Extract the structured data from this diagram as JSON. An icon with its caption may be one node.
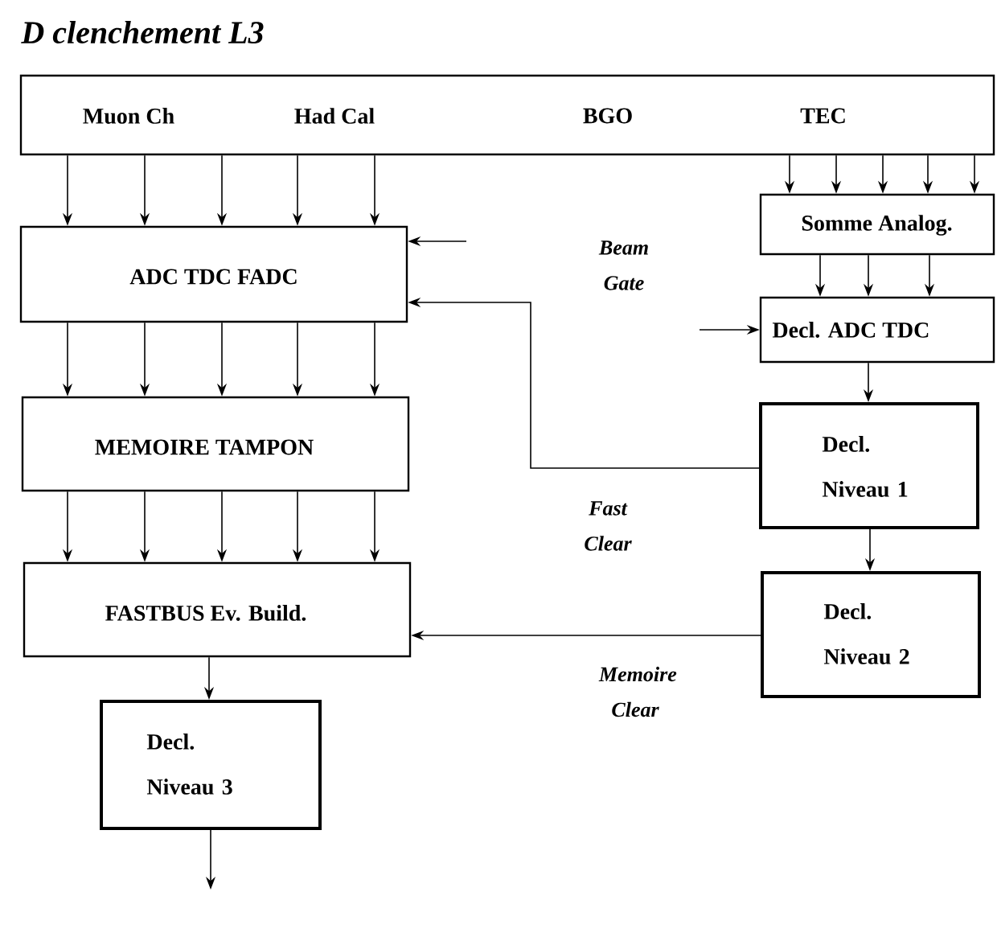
{
  "diagram": {
    "title": "D clenchement L3",
    "nodes": [
      {
        "text": [
          "Muon Ch",
          "Had Cal",
          "BGO",
          "TEC"
        ]
      },
      {
        "text": [
          "ADC TDC FADC"
        ]
      },
      {
        "text": [
          "MEMOIRE TAMPON"
        ]
      },
      {
        "text": [
          "FASTBUS Ev. Build."
        ]
      },
      {
        "text": [
          "Decl. Niveau 3"
        ]
      },
      {
        "text": [
          "Somme Analog."
        ]
      },
      {
        "text": [
          "Decl. ADC TDC"
        ]
      },
      {
        "text": [
          "Decl. Niveau 1"
        ]
      },
      {
        "text": [
          "Decl. Niveau 2"
        ]
      }
    ],
    "edges": [
      {
        "from": 0,
        "to": 1,
        "arrow": "to"
      },
      {
        "from": 0,
        "to": 1,
        "arrow": "to"
      },
      {
        "from": 0,
        "to": 1,
        "arrow": "to"
      },
      {
        "from": 0,
        "to": 1,
        "arrow": "to"
      },
      {
        "from": 0,
        "to": 1,
        "arrow": "to"
      },
      {
        "from": 1,
        "to": 2,
        "arrow": "to"
      },
      {
        "from": 1,
        "to": 2,
        "arrow": "to"
      },
      {
        "from": 1,
        "to": 2,
        "arrow": "to"
      },
      {
        "from": 1,
        "to": 2,
        "arrow": "to"
      },
      {
        "from": 1,
        "to": 2,
        "arrow": "to"
      },
      {
        "from": 2,
        "to": 3,
        "arrow": "to"
      },
      {
        "from": 2,
        "to": 3,
        "arrow": "to"
      },
      {
        "from": 2,
        "to": 3,
        "arrow": "to"
      },
      {
        "from": 2,
        "to": 3,
        "arrow": "to"
      },
      {
        "from": 2,
        "to": 3,
        "arrow": "to"
      },
      {
        "from": 3,
        "to": 4,
        "arrow": "to"
      },
      {
        "from": 4,
        "to": null,
        "arrow": "to"
      },
      {
        "from": 0,
        "to": 5,
        "arrow": "to"
      },
      {
        "from": 0,
        "to": 5,
        "arrow": "to"
      },
      {
        "from": 0,
        "to": 5,
        "arrow": "to"
      },
      {
        "from": 0,
        "to": 5,
        "arrow": "to"
      },
      {
        "from": 0,
        "to": 5,
        "arrow": "to"
      },
      {
        "from": 5,
        "to": 6,
        "arrow": "to"
      },
      {
        "from": 5,
        "to": 6,
        "arrow": "to"
      },
      {
        "from": 5,
        "to": 6,
        "arrow": "to"
      },
      {
        "from": 6,
        "to": 7,
        "arrow": "to"
      },
      {
        "from": 7,
        "to": 8,
        "arrow": "to"
      },
      {
        "from": 7,
        "to": 1,
        "arrow": "to",
        "label": "Fast Clear"
      },
      {
        "from": 8,
        "to": 3,
        "arrow": "to",
        "label": "Memoire Clear"
      },
      {
        "from": null,
        "to": 1,
        "arrow": "to"
      },
      {
        "from": null,
        "to": 6,
        "arrow": "to"
      }
    ],
    "labels": [
      "Beam Gate"
    ]
  }
}
